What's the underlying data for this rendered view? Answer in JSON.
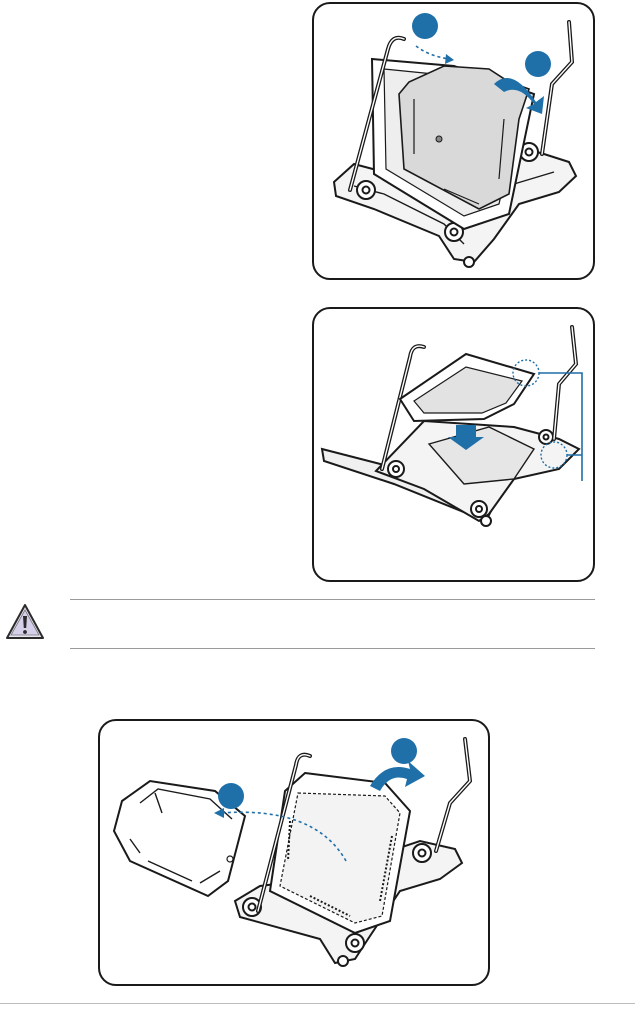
{
  "figures": [
    {
      "name": "remove-pnp-cap-step",
      "step_markers": [
        "",
        ""
      ],
      "colors": {
        "marker": "#1f6fa8",
        "arrow": "#1f6fa8",
        "line": "#1a1a1a"
      }
    },
    {
      "name": "install-cpu-step",
      "colors": {
        "arrow": "#1f6fa8",
        "callout": "#1f6fa8",
        "line": "#1a1a1a"
      }
    },
    {
      "name": "close-load-plate-step",
      "step_markers": [
        "",
        ""
      ],
      "colors": {
        "marker": "#1f6fa8",
        "arrow": "#1f6fa8",
        "line": "#1a1a1a"
      }
    }
  ],
  "caution": {
    "icon": "warning-triangle-icon",
    "text": ""
  }
}
